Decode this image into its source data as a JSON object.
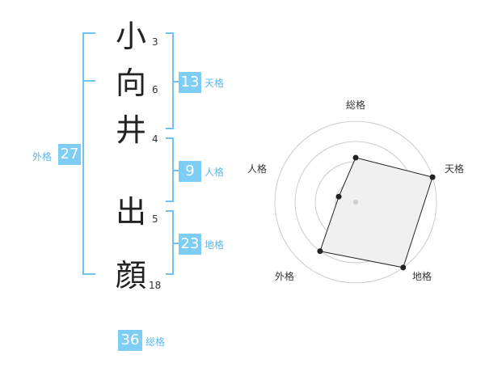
{
  "name": {
    "chars": [
      {
        "char": "小",
        "strokes": "3"
      },
      {
        "char": "向",
        "strokes": "6"
      },
      {
        "char": "井",
        "strokes": "4"
      },
      {
        "char": "出",
        "strokes": "5"
      },
      {
        "char": "顔",
        "strokes": "18"
      }
    ]
  },
  "kakusu": {
    "tenkaku": {
      "value": "13",
      "label": "天格"
    },
    "jinkaku": {
      "value": "9",
      "label": "人格"
    },
    "chikaku": {
      "value": "23",
      "label": "地格"
    },
    "gaikaku": {
      "value": "27",
      "label": "外格"
    },
    "soukaku": {
      "value": "36",
      "label": "総格"
    }
  },
  "radar": {
    "axes": [
      "総格",
      "天格",
      "地格",
      "外格",
      "人格"
    ],
    "values": [
      0.55,
      1.0,
      1.0,
      0.75,
      0.22
    ],
    "fill_color": "#f0f0f0",
    "line_color": "#222222",
    "ring_color": "#cccccc"
  }
}
